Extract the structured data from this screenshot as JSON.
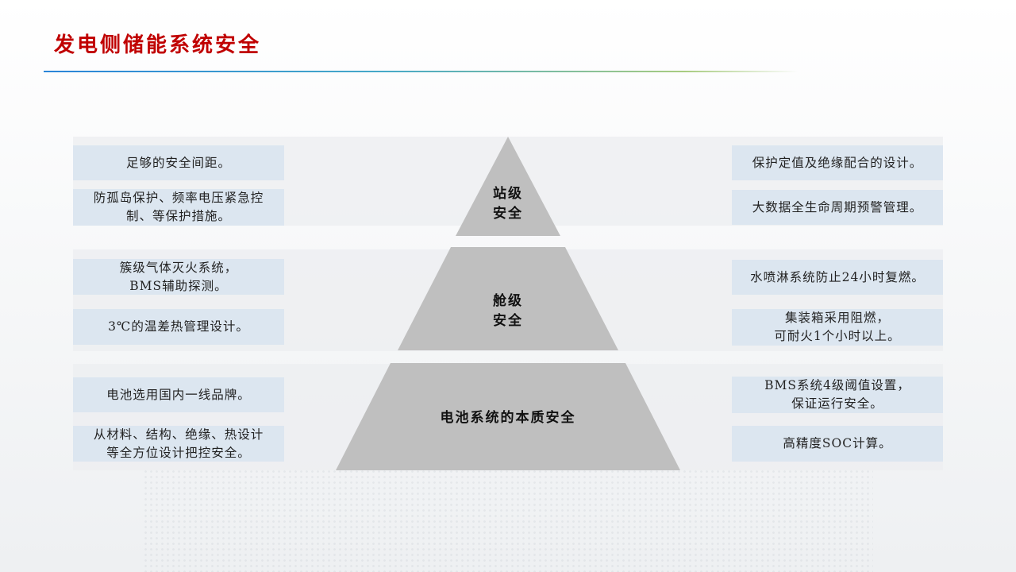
{
  "title": "发电侧储能系统安全",
  "colors": {
    "title": "#c00000",
    "box_fill": "#dce6f0",
    "pyramid_fill": "#bfbfbf",
    "band_fill": "#eceef0"
  },
  "pyramid": {
    "tiers": [
      {
        "label": "站级\n安全"
      },
      {
        "label": "舱级\n安全"
      },
      {
        "label": "电池系统的本质安全"
      }
    ]
  },
  "left_boxes": [
    {
      "text": "足够的安全间距。"
    },
    {
      "text": "防孤岛保护、频率电压紧急控\n制、等保护措施。"
    },
    {
      "text": "簇级气体灭火系统，\nBMS辅助探测。"
    },
    {
      "text": "3℃的温差热管理设计。"
    },
    {
      "text": "电池选用国内一线品牌。"
    },
    {
      "text": "从材料、结构、绝缘、热设计\n等全方位设计把控安全。"
    }
  ],
  "right_boxes": [
    {
      "text": "保护定值及绝缘配合的设计。"
    },
    {
      "text": "大数据全生命周期预警管理。"
    },
    {
      "text": "水喷淋系统防止24小时复燃。"
    },
    {
      "text": "集装箱采用阻燃，\n可耐火1个小时以上。"
    },
    {
      "text": "BMS系统4级阈值设置，\n保证运行安全。"
    },
    {
      "text": "高精度SOC计算。"
    }
  ]
}
